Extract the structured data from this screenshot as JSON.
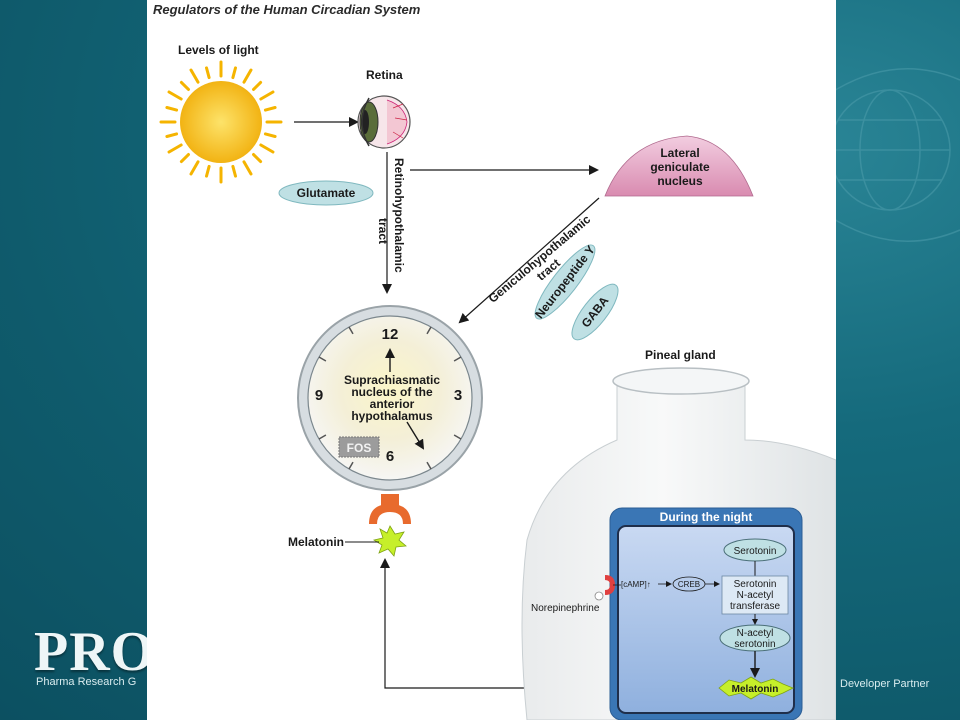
{
  "title": "Regulators of the Human Circadian System",
  "labels": {
    "levels_of_light": "Levels of light",
    "retina": "Retina",
    "retinohypothalamic_tract": "Retinohypothalamic tract",
    "glutamate": "Glutamate",
    "lgn_line1": "Lateral",
    "lgn_line2": "geniculate",
    "lgn_line3": "nucleus",
    "ght_line1": "Geniculohypothalamic",
    "ght_line2": "tract",
    "npy": "Neuropeptide Y",
    "gaba": "GABA",
    "scn_line1": "Suprachiasmatic",
    "scn_line2": "nucleus of the",
    "scn_line3": "anterior",
    "scn_line4": "hypothalamus",
    "clock_12": "12",
    "clock_3": "3",
    "clock_6": "6",
    "clock_9": "9",
    "fos": "FOS",
    "pineal_gland": "Pineal gland",
    "melatonin_receptor": "Melatonin",
    "during_night": "During the night",
    "serotonin": "Serotonin",
    "camp": "[cAMP]↑",
    "creb": "CREB",
    "snat_line1": "Serotonin",
    "snat_line2": "N-acetyl",
    "snat_line3": "transferase",
    "nas_line1": "N-acetyl",
    "nas_line2": "serotonin",
    "norepinephrine": "Norepinephrine",
    "melatonin_output": "Melatonin"
  },
  "background": {
    "brand": "PRO",
    "brand_sub": "Pharma Research G",
    "partner": "Developer Partner"
  },
  "colors": {
    "background_teal": "#115f71",
    "sun": "#f7c21a",
    "lgn_pink": "#e8aac4",
    "pill_teal": "#bfe0e4",
    "night_box": "#3a76b5",
    "melatonin_green": "#c6ef2a"
  }
}
